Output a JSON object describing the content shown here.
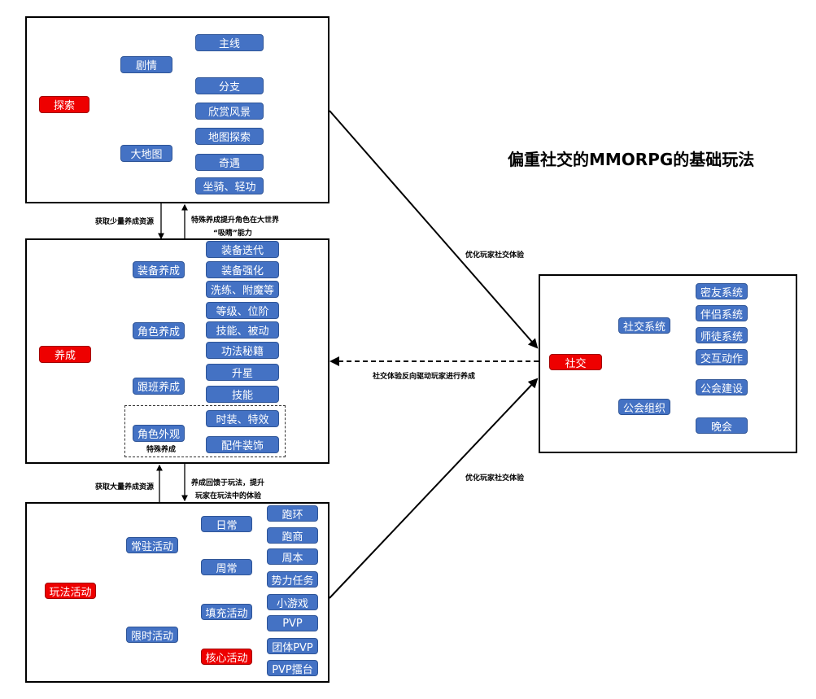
{
  "title": "偏重社交的MMORPG的基础玩法",
  "colors": {
    "node": "#4472c4",
    "root": "#ee0000",
    "line": "#000000"
  },
  "explore": {
    "root": "探索",
    "branches": [
      {
        "label": "剧情",
        "children": [
          "主线",
          "分支"
        ]
      },
      {
        "label": "大地图",
        "children": [
          "欣赏风景",
          "地图探索",
          "奇遇",
          "坐骑、轻功"
        ]
      }
    ]
  },
  "growth": {
    "root": "养成",
    "branches": [
      {
        "label": "装备养成",
        "children": [
          "装备迭代",
          "装备强化",
          "洗练、附魔等"
        ]
      },
      {
        "label": "角色养成",
        "children": [
          "等级、位阶",
          "技能、被动",
          "功法秘籍"
        ]
      },
      {
        "label": "跟班养成",
        "children": [
          "升星",
          "技能"
        ]
      },
      {
        "label": "角色外观",
        "children": [
          "时装、特效",
          "配件装饰"
        ]
      }
    ],
    "special_note": "特殊养成"
  },
  "activities": {
    "root": "玩法活动",
    "branches": [
      {
        "label": "常驻活动",
        "sub": [
          {
            "label": "日常",
            "children": [
              "跑环",
              "跑商"
            ]
          },
          {
            "label": "周常",
            "children": [
              "周本",
              "势力任务"
            ]
          }
        ]
      },
      {
        "label": "限时活动",
        "sub": [
          {
            "label": "填充活动",
            "children": [
              "小游戏",
              "PVP"
            ]
          },
          {
            "label": "核心活动",
            "children": [
              "团体PVP",
              "PVP擂台"
            ]
          }
        ]
      }
    ]
  },
  "social": {
    "root": "社交",
    "branches": [
      {
        "label": "社交系统",
        "children": [
          "密友系统",
          "伴侣系统",
          "师徒系统",
          "交互动作"
        ]
      },
      {
        "label": "公会组织",
        "children": [
          "公会建设",
          "晚会"
        ]
      }
    ]
  },
  "connectors": {
    "explore_to_growth": "获取少量养成资源",
    "growth_to_explore_1": "特殊养成提升角色在大世界",
    "growth_to_explore_2": "“吸睛”能力",
    "activities_to_growth": "获取大量养成资源",
    "growth_to_activities_1": "养成回馈于玩法，提升",
    "growth_to_activities_2": "玩家在玩法中的体验",
    "explore_to_social": "优化玩家社交体验",
    "activities_to_social": "优化玩家社交体验",
    "social_to_growth": "社交体验反向驱动玩家进行养成"
  }
}
